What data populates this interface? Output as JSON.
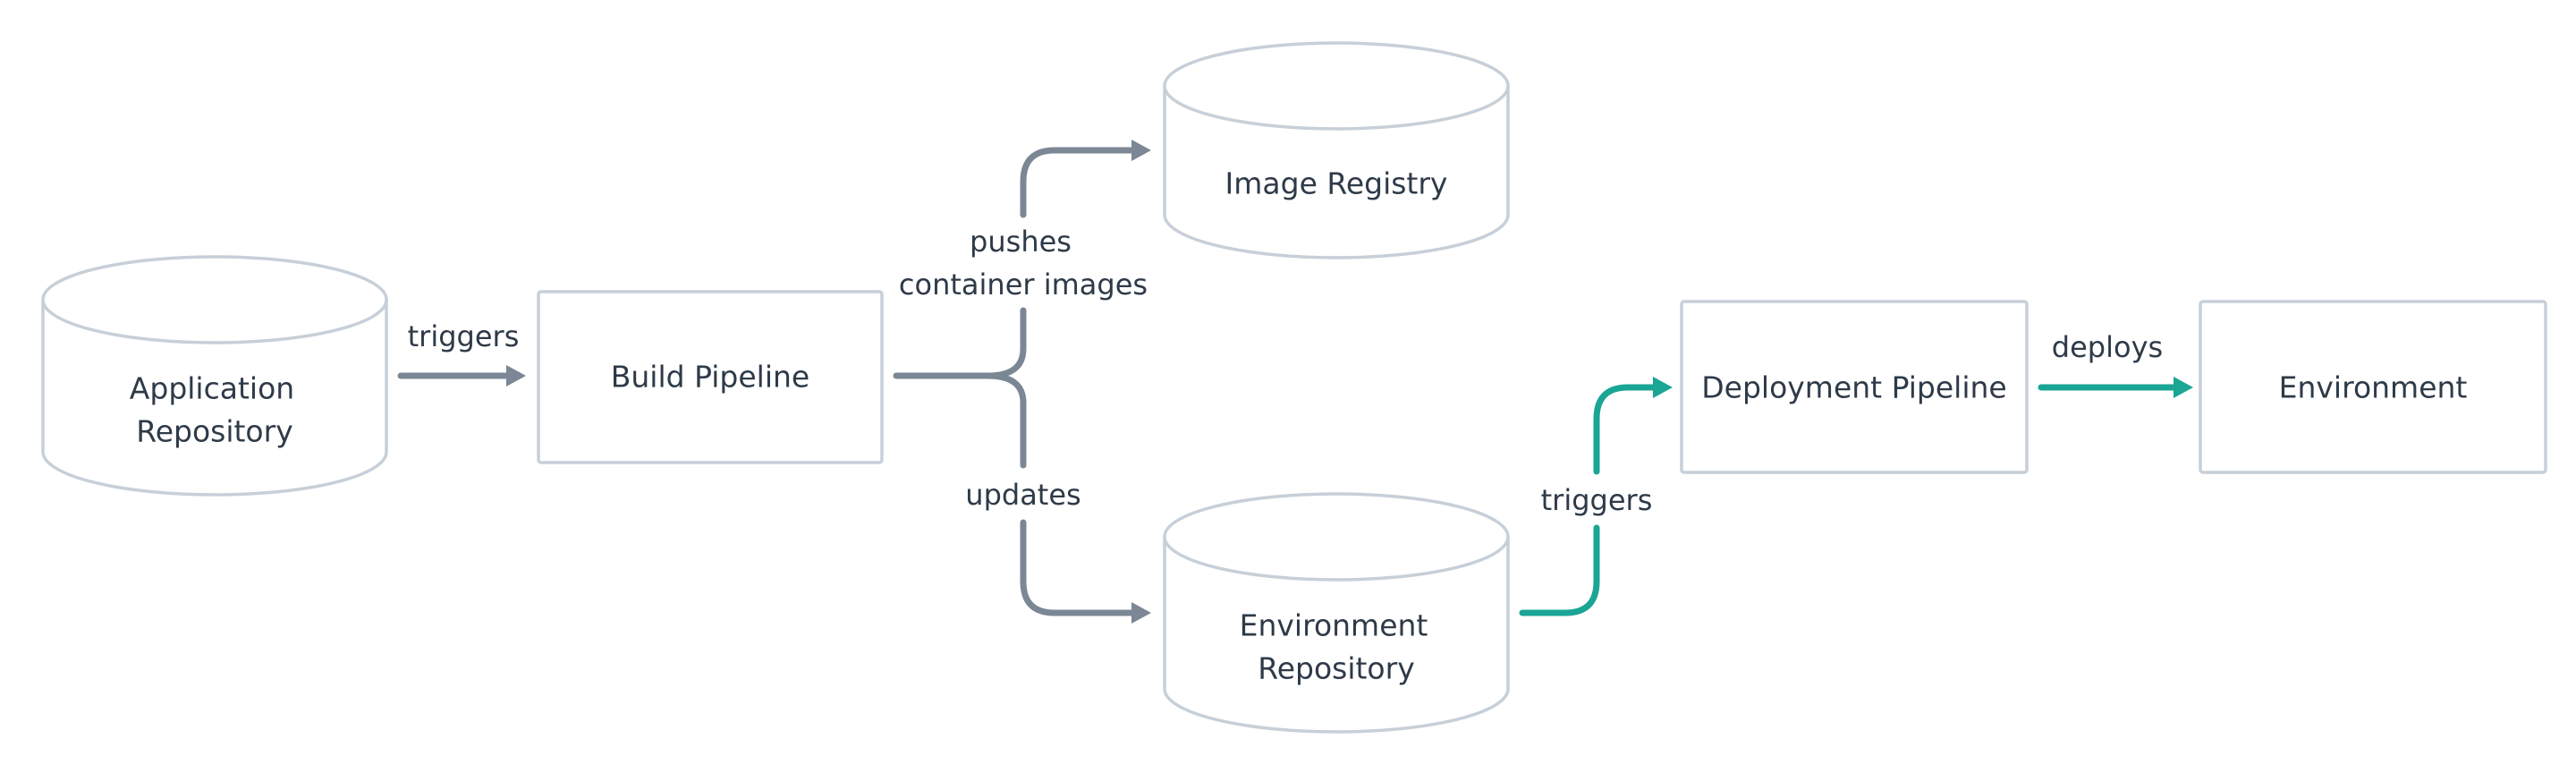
{
  "colors": {
    "edge_gray": "#7b8794",
    "edge_teal": "#1aa595",
    "node_border": "#c7cfd8",
    "text": "#2e3a48"
  },
  "nodes": {
    "application_repository": {
      "line1": "Application",
      "line2": "Repository"
    },
    "build_pipeline": {
      "label": "Build Pipeline"
    },
    "image_registry": {
      "label": "Image Registry"
    },
    "environment_repository": {
      "line1": "Environment",
      "line2": "Repository"
    },
    "deployment_pipeline": {
      "label": "Deployment Pipeline"
    },
    "environment": {
      "label": "Environment"
    }
  },
  "edges": {
    "app_to_build": {
      "label": "triggers"
    },
    "build_to_registry": {
      "line1": "pushes",
      "line2": "container images"
    },
    "build_to_env_repo": {
      "label": "updates"
    },
    "env_repo_to_deploy": {
      "label": "triggers"
    },
    "deploy_to_env": {
      "label": "deploys"
    }
  }
}
